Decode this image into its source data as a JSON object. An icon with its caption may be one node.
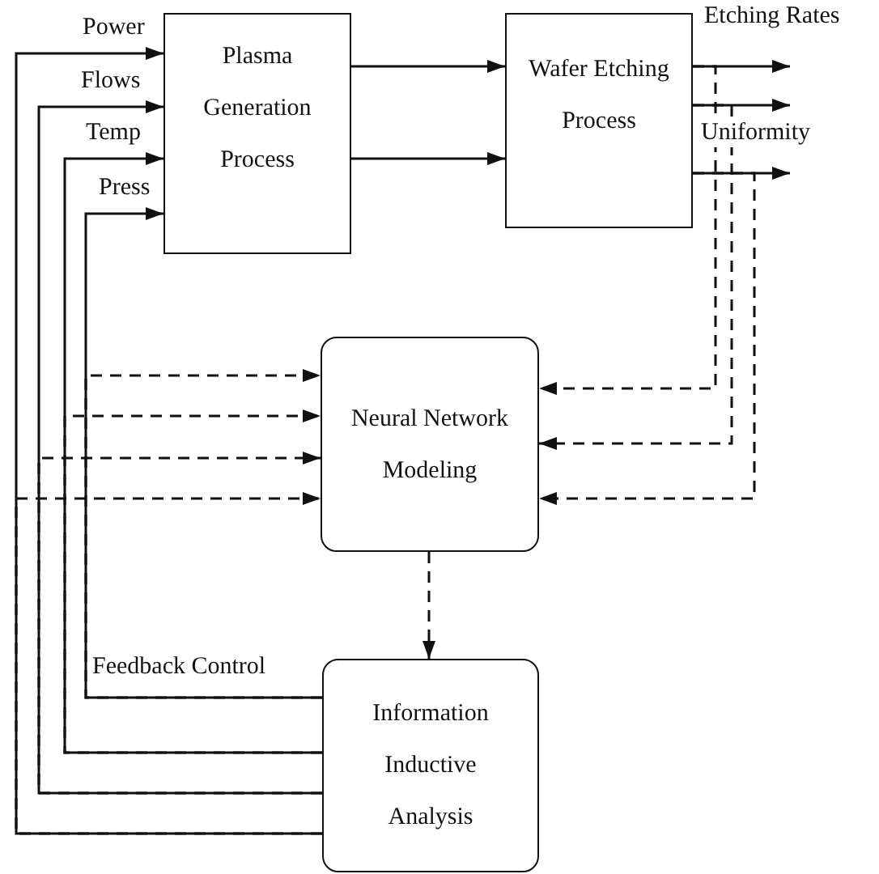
{
  "diagram": {
    "nodes": [
      {
        "text": [
          "Plasma Generation Process"
        ]
      },
      {
        "text": [
          "Wafer Etching Process"
        ]
      },
      {
        "text": [
          "Neural Network Modeling"
        ]
      },
      {
        "text": [
          "Information Inductive Analysis"
        ]
      }
    ],
    "edges": [
      {
        "from": 0,
        "to": 1,
        "arrow": "to"
      },
      {
        "from": 0,
        "to": 1,
        "arrow": "to"
      },
      {
        "from": 1,
        "to": null,
        "arrow": "to",
        "label": "Etching Rates"
      },
      {
        "from": 1,
        "to": null,
        "arrow": "to",
        "label": "Uniformity"
      },
      {
        "from": 1,
        "to": null,
        "arrow": "to"
      },
      {
        "from": 3,
        "to": 0,
        "arrow": "to",
        "label": "Power"
      },
      {
        "from": 3,
        "to": 0,
        "arrow": "to",
        "label": "Flows"
      },
      {
        "from": 3,
        "to": 0,
        "arrow": "to",
        "label": "Temp"
      },
      {
        "from": 3,
        "to": 0,
        "arrow": "to",
        "label": "Press"
      },
      {
        "from": 3,
        "to": 2,
        "arrow": "to",
        "style": "dashed"
      },
      {
        "from": 3,
        "to": 2,
        "arrow": "to",
        "style": "dashed"
      },
      {
        "from": 3,
        "to": 2,
        "arrow": "to",
        "style": "dashed"
      },
      {
        "from": 3,
        "to": 2,
        "arrow": "to",
        "style": "dashed"
      },
      {
        "from": 1,
        "to": 2,
        "arrow": "to",
        "style": "dashed"
      },
      {
        "from": 1,
        "to": 2,
        "arrow": "to",
        "style": "dashed"
      },
      {
        "from": 1,
        "to": 2,
        "arrow": "to",
        "style": "dashed"
      },
      {
        "from": 2,
        "to": 3,
        "arrow": "to",
        "style": "dashed"
      }
    ],
    "labels": [
      "Feedback Control"
    ]
  }
}
